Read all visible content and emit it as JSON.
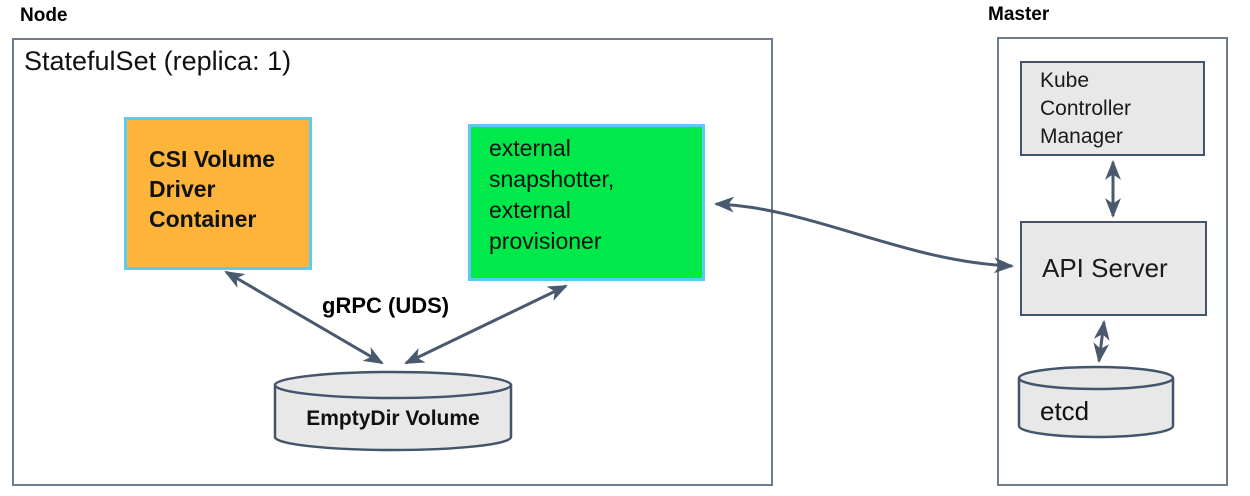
{
  "node": {
    "label": "Node",
    "statefulset_title": "StatefulSet (replica: 1)",
    "csi_driver_label": "CSI Volume\nDriver\nContainer",
    "sidecars_label": "external\nsnapshotter,\nexternal\nprovisioner",
    "grpc_label": "gRPC (UDS)",
    "emptydir_label": "EmptyDir Volume"
  },
  "master": {
    "label": "Master",
    "kube_controller_manager_label": "Kube\nController\nManager",
    "api_server_label": "API Server",
    "etcd_label": "etcd"
  },
  "connections": [
    {
      "from": "CSI Volume Driver Container",
      "to": "EmptyDir Volume",
      "bidirectional": true,
      "label": "gRPC (UDS)"
    },
    {
      "from": "external snapshotter, external provisioner",
      "to": "EmptyDir Volume",
      "bidirectional": true,
      "label": "gRPC (UDS)"
    },
    {
      "from": "external snapshotter, external provisioner",
      "to": "API Server",
      "bidirectional": true
    },
    {
      "from": "Kube Controller Manager",
      "to": "API Server",
      "bidirectional": true
    },
    {
      "from": "API Server",
      "to": "etcd",
      "bidirectional": true
    }
  ],
  "colors": {
    "arrow": "#4a5a6e",
    "accent_border_blue": "#5ec9f2",
    "csi_box_fill": "#fcb43a",
    "sidecar_box_fill": "#00e94b",
    "component_fill": "#e8e8e8",
    "component_border": "#44546a",
    "outer_border": "#6e7b8c"
  }
}
